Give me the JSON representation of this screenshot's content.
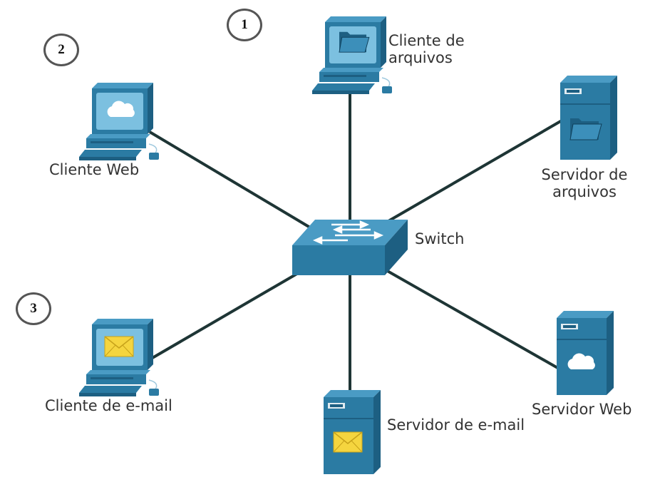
{
  "colors": {
    "device_dark": "#1d5f82",
    "device_mid": "#2b7ba3",
    "device_light": "#4a9bc4",
    "screen": "#7cc0e0",
    "link": "#1e3535",
    "envelope": "#f5d53f"
  },
  "nodes": {
    "switch": {
      "label": "Switch",
      "icon": "switch-icon"
    },
    "file_client": {
      "label_line1": "Cliente de",
      "label_line2": "arquivos",
      "icon": "folder-icon"
    },
    "web_client": {
      "label": "Cliente Web",
      "icon": "cloud-icon"
    },
    "email_client": {
      "label": "Cliente de e-mail",
      "icon": "envelope-icon"
    },
    "file_server": {
      "label_line1": "Servidor de",
      "label_line2": "arquivos",
      "icon": "folder-icon"
    },
    "web_server": {
      "label": "Servidor Web",
      "icon": "cloud-icon"
    },
    "email_server": {
      "label": "Servidor de e-mail",
      "icon": "envelope-icon"
    }
  },
  "badges": [
    {
      "number": "1"
    },
    {
      "number": "2"
    },
    {
      "number": "3"
    }
  ]
}
